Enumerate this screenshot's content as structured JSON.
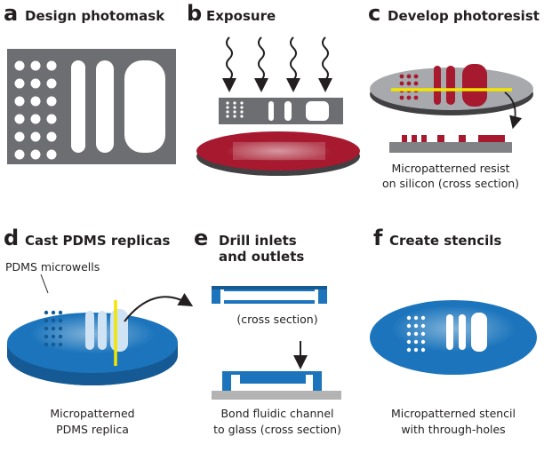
{
  "panels": [
    {
      "letter": "a",
      "title": "Design photomask"
    },
    {
      "letter": "b",
      "title": "Exposure"
    },
    {
      "letter": "c",
      "title": "Develop photoresist",
      "caption_line1": "Micropatterned resist",
      "caption_line2": "on silicon (cross section)"
    },
    {
      "letter": "d",
      "title": "Cast PDMS replicas",
      "label": "PDMS microwells",
      "caption_line1": "Micropatterned",
      "caption_line2": "PDMS replica"
    },
    {
      "letter": "e",
      "title_line1": "Drill inlets",
      "title_line2": "and outlets",
      "label": "(cross section)",
      "caption_line1": "Bond fluidic channel",
      "caption_line2": "to glass (cross section)"
    },
    {
      "letter": "f",
      "title": "Create stencils",
      "caption_line1": "Micropatterned stencil",
      "caption_line2": "with through-holes"
    }
  ],
  "colors": {
    "mask_gray": "#6d6e71",
    "wafer_gray": "#a7a9ac",
    "resist_red": "#a6192e",
    "pdms_blue": "#1c75bc",
    "pdms_dark": "#155a94",
    "highlight_yellow": "#f2e600",
    "glass_gray": "#b3b3b3"
  }
}
